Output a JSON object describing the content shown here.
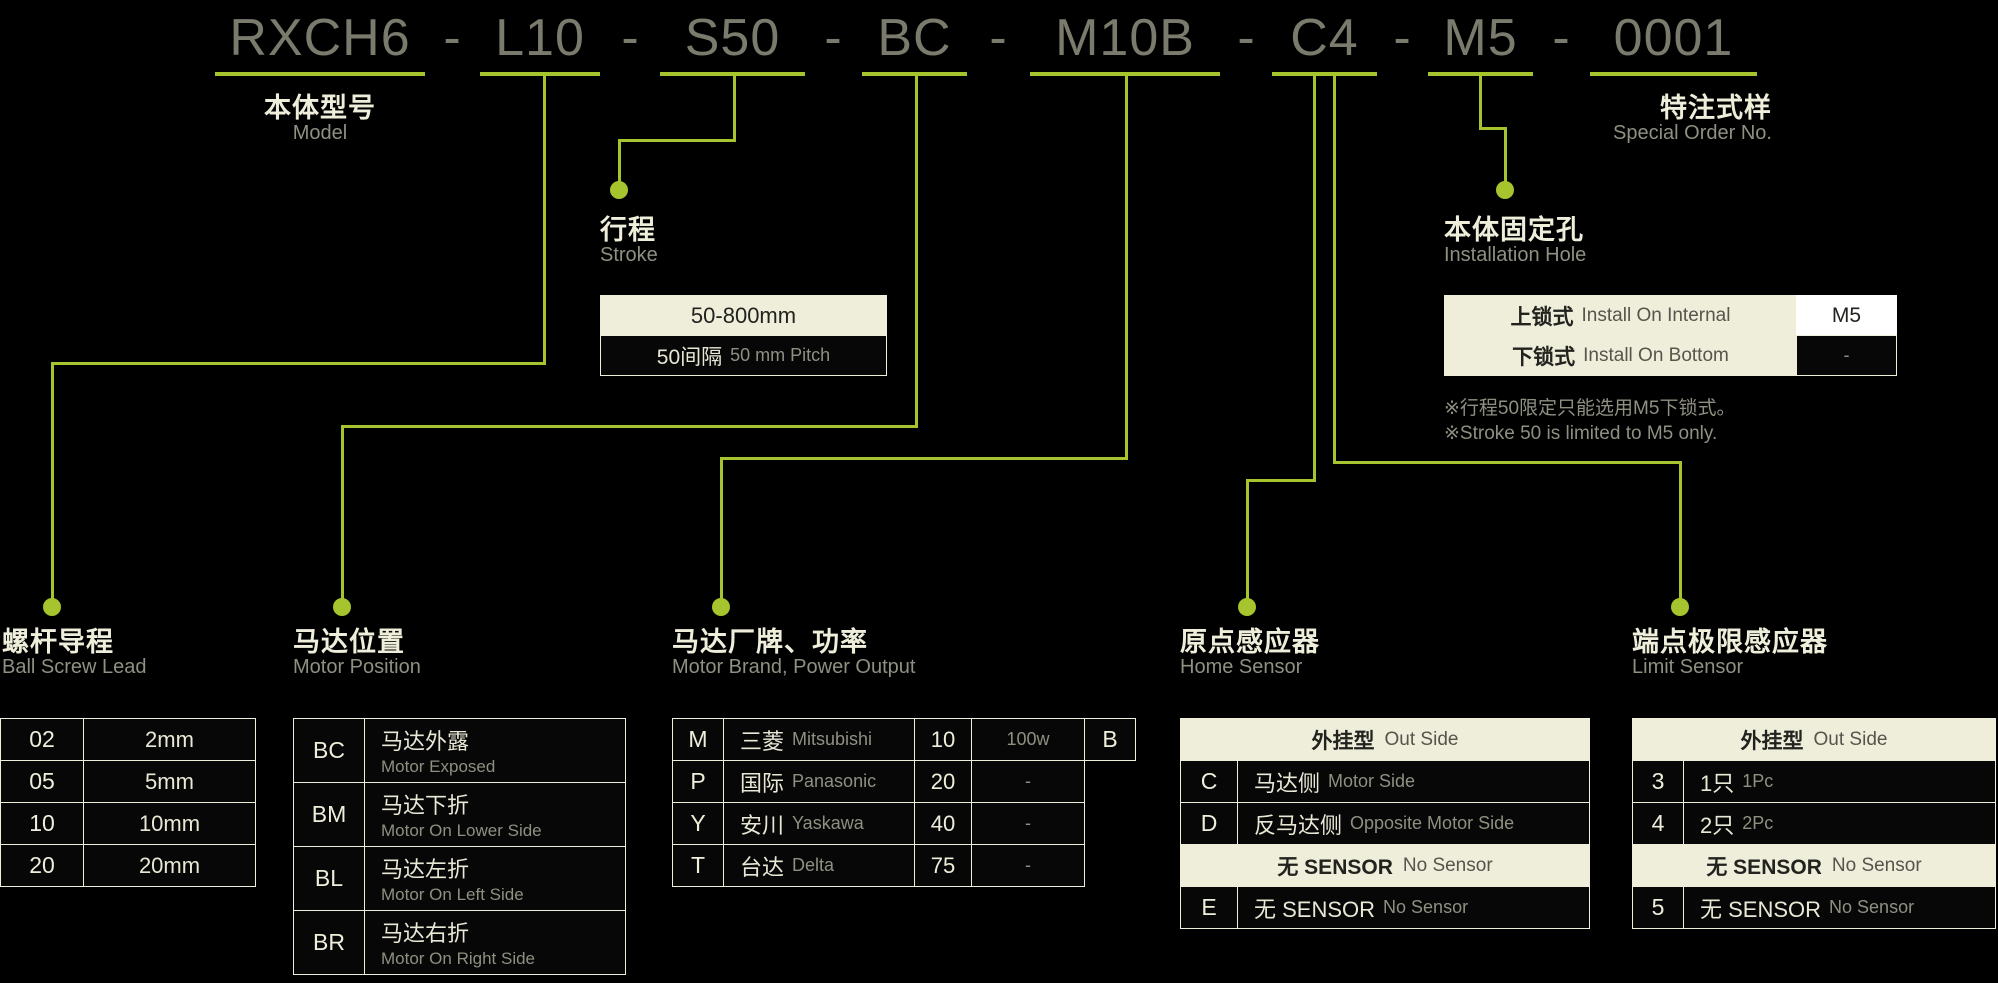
{
  "colors": {
    "accent": "#a6c42e",
    "cream": "#efeedb",
    "background": "#000000"
  },
  "model_code": {
    "separator": "-",
    "segments": [
      "RXCH6",
      "L10",
      "S50",
      "BC",
      "M10B",
      "C4",
      "M5",
      "0001"
    ]
  },
  "model_label": {
    "zh": "本体型号",
    "en": "Model"
  },
  "special_order_label": {
    "zh": "特注式样",
    "en": "Special Order No."
  },
  "stroke": {
    "title_zh": "行程",
    "title_en": "Stroke",
    "range": "50-800mm",
    "pitch_zh": "50间隔",
    "pitch_en": "50 mm Pitch"
  },
  "installation_hole": {
    "title_zh": "本体固定孔",
    "title_en": "Installation Hole",
    "rows": [
      {
        "zh": "上锁式",
        "en": "Install On Internal",
        "value": "M5"
      },
      {
        "zh": "下锁式",
        "en": "Install On Bottom",
        "value": "-"
      }
    ],
    "note_zh": "※行程50限定只能选用M5下锁式。",
    "note_en": "※Stroke 50 is limited to M5 only."
  },
  "ball_screw_lead": {
    "title_zh": "螺杆导程",
    "title_en": "Ball Screw Lead",
    "rows": [
      {
        "code": "02",
        "value": "2mm"
      },
      {
        "code": "05",
        "value": "5mm"
      },
      {
        "code": "10",
        "value": "10mm"
      },
      {
        "code": "20",
        "value": "20mm"
      }
    ]
  },
  "motor_position": {
    "title_zh": "马达位置",
    "title_en": "Motor Position",
    "rows": [
      {
        "code": "BC",
        "zh": "马达外露",
        "en": "Motor Exposed"
      },
      {
        "code": "BM",
        "zh": "马达下折",
        "en": "Motor On Lower Side"
      },
      {
        "code": "BL",
        "zh": "马达左折",
        "en": "Motor On Left Side"
      },
      {
        "code": "BR",
        "zh": "马达右折",
        "en": "Motor On Right Side"
      }
    ]
  },
  "motor_brand": {
    "title_zh": "马达厂牌、功率",
    "title_en": "Motor Brand, Power Output",
    "rows": [
      {
        "code": "M",
        "brand_zh": "三菱",
        "brand_en": "Mitsubishi",
        "power_code": "10",
        "power": "100w",
        "suffix": "B"
      },
      {
        "code": "P",
        "brand_zh": "国际",
        "brand_en": "Panasonic",
        "power_code": "20",
        "power": "-"
      },
      {
        "code": "Y",
        "brand_zh": "安川",
        "brand_en": "Yaskawa",
        "power_code": "40",
        "power": "-"
      },
      {
        "code": "T",
        "brand_zh": "台达",
        "brand_en": "Delta",
        "power_code": "75",
        "power": "-"
      }
    ]
  },
  "home_sensor": {
    "title_zh": "原点感应器",
    "title_en": "Home Sensor",
    "header_zh": "外挂型",
    "header_en": "Out Side",
    "rows": [
      {
        "code": "C",
        "zh": "马达侧",
        "en": "Motor Side"
      },
      {
        "code": "D",
        "zh": "反马达侧",
        "en": "Opposite Motor Side"
      }
    ],
    "divider_zh": "无 SENSOR",
    "divider_en": "No Sensor",
    "last_row": {
      "code": "E",
      "zh": "无 SENSOR",
      "en": "No Sensor"
    }
  },
  "limit_sensor": {
    "title_zh": "端点极限感应器",
    "title_en": "Limit Sensor",
    "header_zh": "外挂型",
    "header_en": "Out Side",
    "rows": [
      {
        "code": "3",
        "zh": "1只",
        "en": "1Pc"
      },
      {
        "code": "4",
        "zh": "2只",
        "en": "2Pc"
      }
    ],
    "divider_zh": "无 SENSOR",
    "divider_en": "No Sensor",
    "last_row": {
      "code": "5",
      "zh": "无 SENSOR",
      "en": "No Sensor"
    }
  }
}
